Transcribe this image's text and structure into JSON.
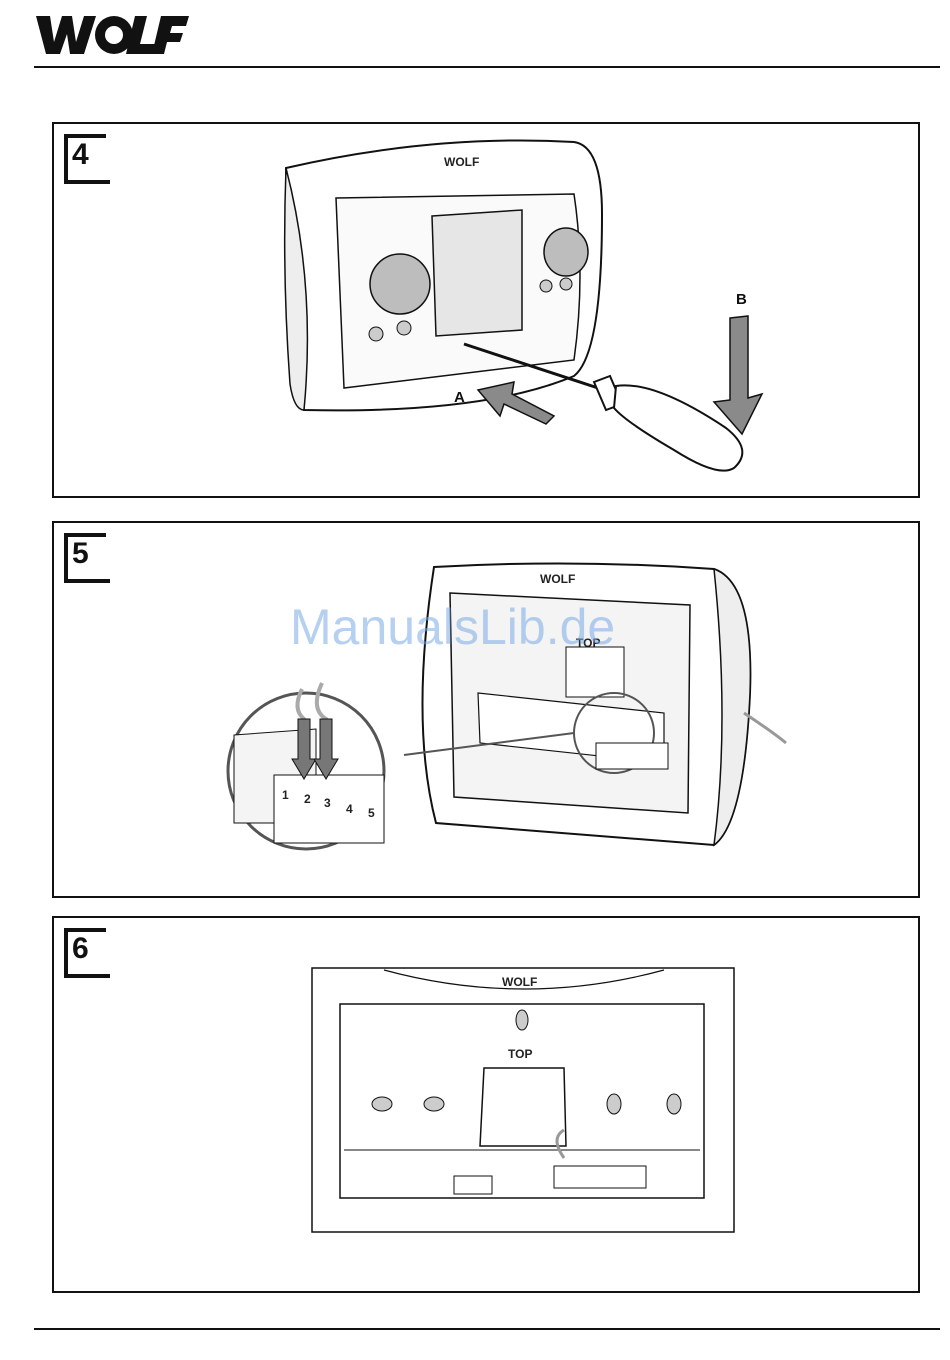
{
  "header": {
    "brand": "WOLF"
  },
  "panels": [
    {
      "step": "4",
      "label_a": "A",
      "label_b": "B",
      "device_logo": "WOLF"
    },
    {
      "step": "5",
      "device_logo": "WOLF",
      "top_mark": "TOP",
      "terminals": [
        "1",
        "2",
        "3",
        "4",
        "5"
      ]
    },
    {
      "step": "6",
      "device_logo": "WOLF",
      "top_mark": "TOP"
    }
  ],
  "watermark": "ManualsLib.de"
}
